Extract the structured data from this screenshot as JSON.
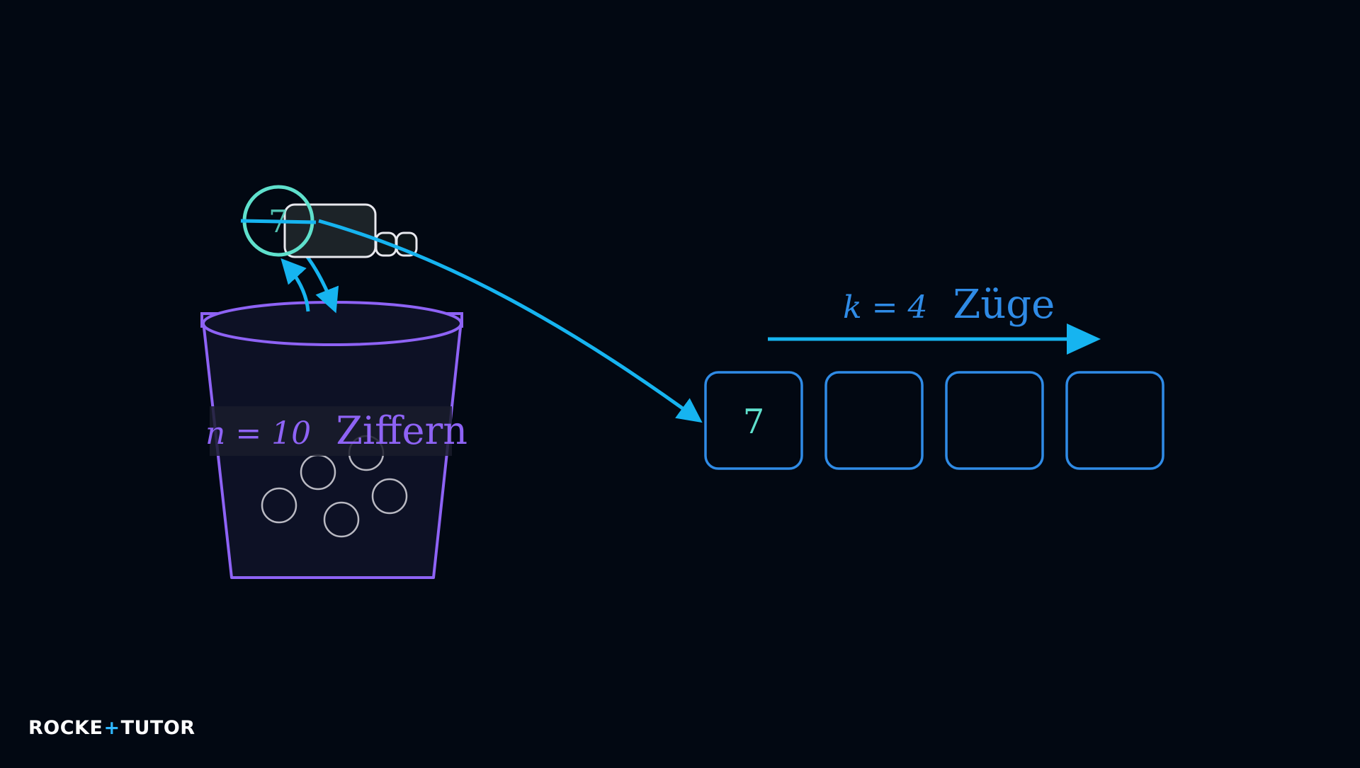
{
  "urn": {
    "label_math": "n = 10",
    "label_word": "Ziffern"
  },
  "draw": {
    "drawn_digit": "7",
    "label_math": "k = 4",
    "label_word": "Züge"
  },
  "slots": [
    {
      "value": "7"
    },
    {
      "value": ""
    },
    {
      "value": ""
    },
    {
      "value": ""
    }
  ],
  "logo": {
    "part1": "ROCKE",
    "plus": "+",
    "part2": "TUTO",
    "part3": "R"
  },
  "colors": {
    "background": "#020812",
    "urn": "#8e63f5",
    "slots": "#2f8be6",
    "arrows": "#16b4f0",
    "digit": "#5fe0cc",
    "balls": "#b9b9c2"
  }
}
